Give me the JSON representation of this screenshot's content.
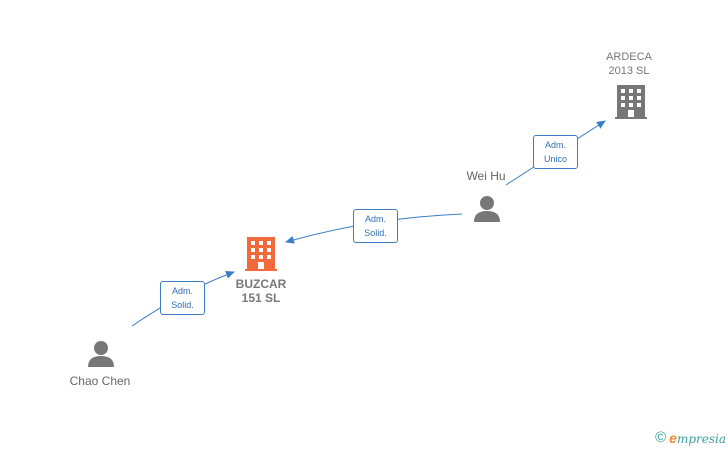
{
  "nodes": {
    "ardeca": {
      "label": "ARDECA\n2013 SL",
      "type": "company",
      "color": "#777777"
    },
    "buzcar": {
      "label": "BUZCAR\n151  SL",
      "type": "company",
      "color": "#f06a3c"
    },
    "wei_hu": {
      "label": "Wei Hu",
      "type": "person",
      "color": "#777777"
    },
    "chao_chen": {
      "label": "Chao Chen",
      "type": "person",
      "color": "#777777"
    }
  },
  "edges": {
    "weihu_ardeca": {
      "label": "Adm.\nUnico"
    },
    "weihu_buzcar": {
      "label": "Adm.\nSolid."
    },
    "chaochen_buzcar": {
      "label": "Adm.\nSolid."
    }
  },
  "colors": {
    "edge": "#3b7dc8"
  },
  "footer": {
    "copyright": "©",
    "brand_initial": "e",
    "brand_rest": "mpresia"
  }
}
